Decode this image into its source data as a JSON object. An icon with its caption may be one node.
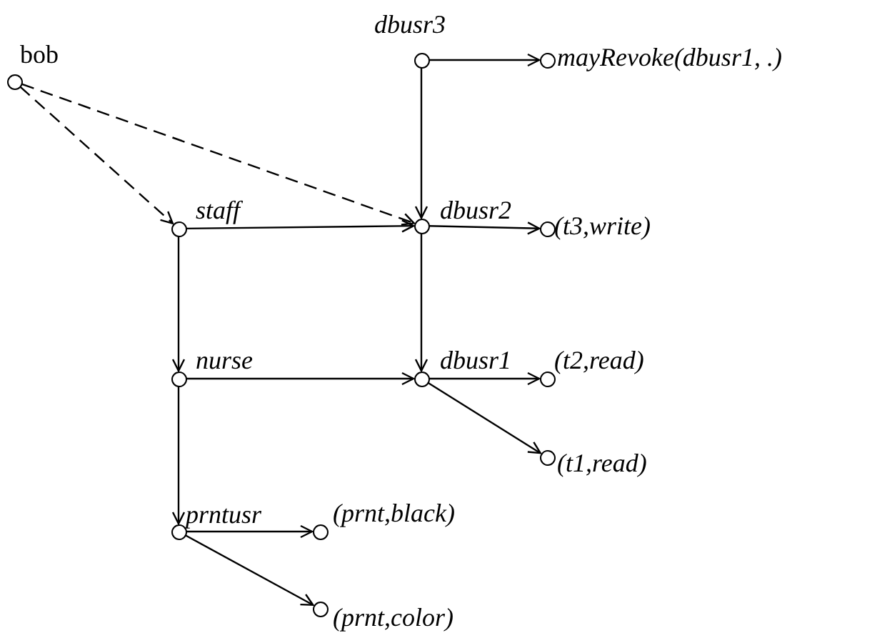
{
  "diagram": {
    "nodes": [
      {
        "text": [],
        "shape": "circle",
        "beside": [
          "bob"
        ]
      },
      {
        "text": [],
        "shape": "circle",
        "beside": [
          "dbusr3"
        ]
      },
      {
        "text": [],
        "shape": "circle",
        "beside": [
          "mayRevoke(dbusr1, .)"
        ]
      },
      {
        "text": [],
        "shape": "circle",
        "beside": [
          "staff"
        ]
      },
      {
        "text": [],
        "shape": "circle",
        "beside": [
          "dbusr2"
        ]
      },
      {
        "text": [],
        "shape": "circle",
        "beside": [
          "(t3,write)"
        ]
      },
      {
        "text": [],
        "shape": "circle",
        "beside": [
          "nurse"
        ]
      },
      {
        "text": [],
        "shape": "circle",
        "beside": [
          "dbusr1"
        ]
      },
      {
        "text": [],
        "shape": "circle",
        "beside": [
          "(t2,read)"
        ]
      },
      {
        "text": [],
        "shape": "circle",
        "beside": [
          "(t1,read)"
        ]
      },
      {
        "text": [],
        "shape": "circle",
        "beside": [
          "prntusr"
        ]
      },
      {
        "text": [],
        "shape": "circle",
        "beside": [
          "(prnt,black)"
        ]
      },
      {
        "text": [],
        "shape": "circle",
        "beside": [
          "(prnt,color)"
        ]
      }
    ],
    "edges": [
      {
        "from": 0,
        "to": 3,
        "arrow": "to",
        "style": "dashed"
      },
      {
        "from": 0,
        "to": 4,
        "arrow": "to",
        "style": "dashed"
      },
      {
        "from": 1,
        "to": 2,
        "arrow": "to"
      },
      {
        "from": 1,
        "to": 4,
        "arrow": "to"
      },
      {
        "from": 3,
        "to": 4,
        "arrow": "to"
      },
      {
        "from": 3,
        "to": 6,
        "arrow": "to"
      },
      {
        "from": 4,
        "to": 5,
        "arrow": "to"
      },
      {
        "from": 4,
        "to": 7,
        "arrow": "to"
      },
      {
        "from": 6,
        "to": 7,
        "arrow": "to"
      },
      {
        "from": 6,
        "to": 10,
        "arrow": "to"
      },
      {
        "from": 7,
        "to": 8,
        "arrow": "to"
      },
      {
        "from": 7,
        "to": 9,
        "arrow": "to"
      },
      {
        "from": 10,
        "to": 11,
        "arrow": "to"
      },
      {
        "from": 10,
        "to": 12,
        "arrow": "to"
      }
    ]
  }
}
